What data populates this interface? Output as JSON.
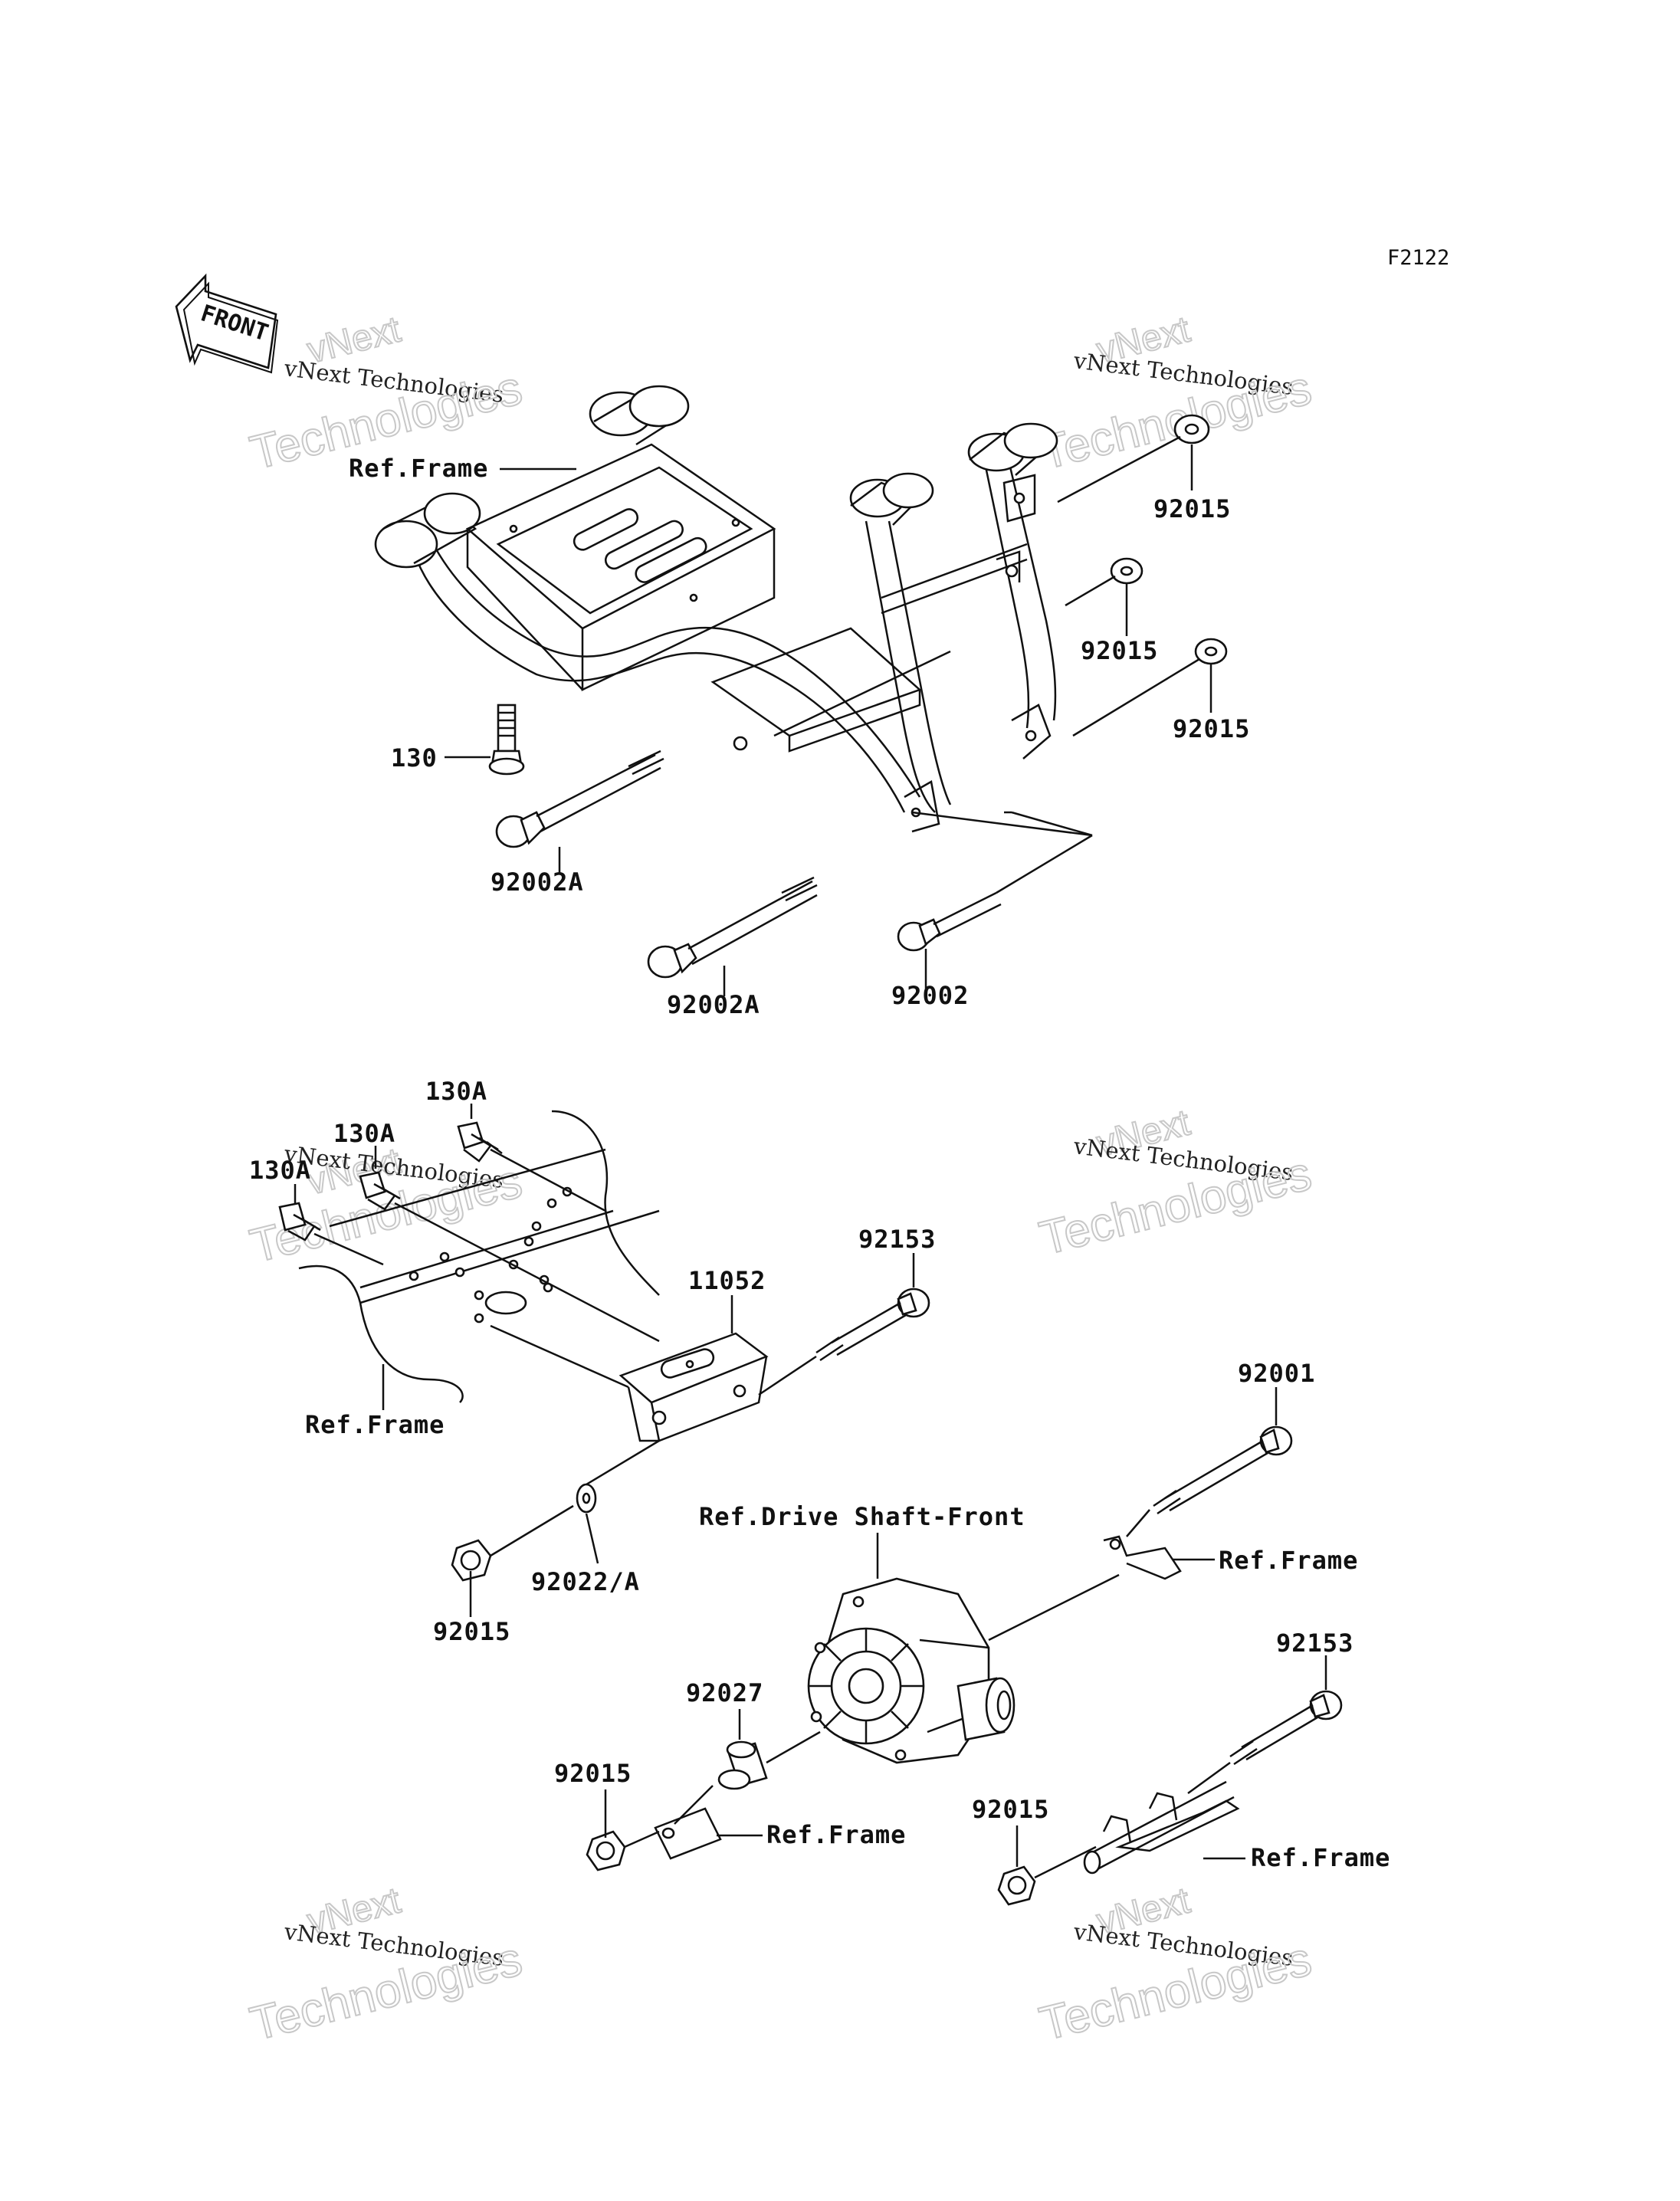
{
  "figure_code": "F2122",
  "front_arrow_label": "FRONT",
  "watermark": {
    "line1": "vNext Technologies",
    "line2": "Technologies",
    "line3": "vNext"
  },
  "labels": {
    "ref_frame_top": "Ref.Frame",
    "p92015_a": "92015",
    "p92015_b": "92015",
    "p92015_c": "92015",
    "p130": "130",
    "p92002A_a": "92002A",
    "p92002A_b": "92002A",
    "p92002": "92002",
    "p130A_a": "130A",
    "p130A_b": "130A",
    "p130A_c": "130A",
    "p92153_a": "92153",
    "p11052": "11052",
    "ref_frame_mid": "Ref.Frame",
    "p92001": "92001",
    "ref_drive_shaft": "Ref.Drive Shaft-Front",
    "ref_frame_right": "Ref.Frame",
    "p92022A": "92022/A",
    "p92015_d": "92015",
    "p92153_b": "92153",
    "p92027": "92027",
    "p92015_e": "92015",
    "ref_frame_low": "Ref.Frame",
    "p92015_f": "92015",
    "ref_frame_low_right": "Ref.Frame"
  }
}
